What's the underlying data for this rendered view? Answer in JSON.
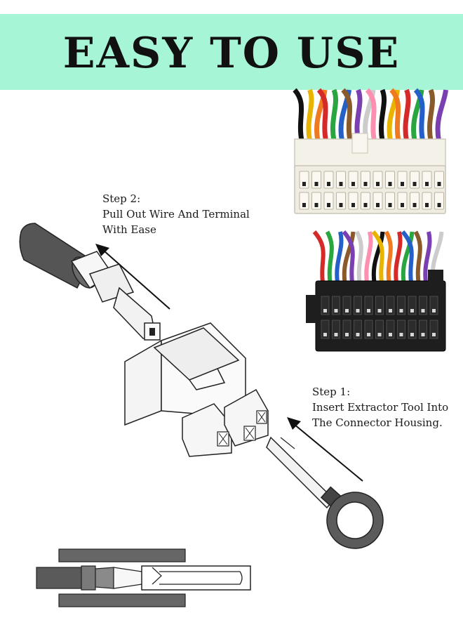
{
  "banner": {
    "title": "EASY TO USE",
    "background": "#a6f5d6"
  },
  "steps": {
    "step2": {
      "heading": "Step 2:",
      "line1": "Pull Out Wire And Terminal",
      "line2": "With Ease"
    },
    "step1": {
      "heading": "Step 1:",
      "line1": "Insert Extractor Tool Into",
      "line2": "The Connector Housing."
    }
  },
  "colors": {
    "wire": [
      "#111111",
      "#e8b400",
      "#f07a20",
      "#d42a2a",
      "#2aa640",
      "#2460c8",
      "#8a5a2b",
      "#7a3fb0",
      "#cccccc",
      "#ff8fb0"
    ]
  },
  "icons": {
    "white-connector": "white-atx-connector-icon",
    "black-connector": "black-atx-connector-icon",
    "extractor": "extractor-tool-icon",
    "housing": "connector-housing-icon",
    "terminal": "wire-terminal-icon",
    "section": "terminal-cross-section-icon"
  }
}
